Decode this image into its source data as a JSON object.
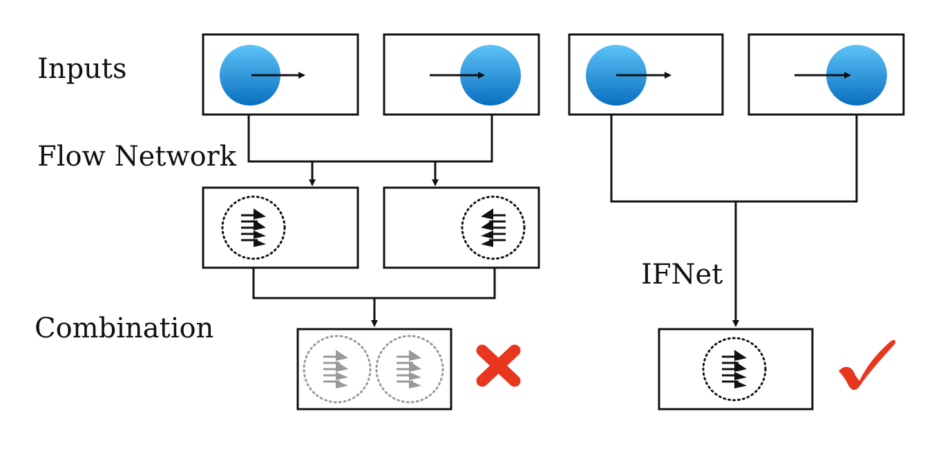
{
  "labels": {
    "inputs": "Inputs",
    "flow_network": "Flow Network",
    "combination": "Combination",
    "ifnet": "IFNet"
  },
  "input_frames": [
    {
      "ball": "left"
    },
    {
      "ball": "right"
    },
    {
      "ball": "left"
    },
    {
      "ball": "right"
    }
  ],
  "flow_panels": [
    {
      "direction": "right"
    },
    {
      "direction": "left"
    }
  ],
  "results": {
    "combination": {
      "mark": "cross-icon",
      "mark_color": "#e8371e"
    },
    "ifnet": {
      "mark": "check-icon",
      "mark_color": "#e8371e"
    }
  },
  "colors": {
    "ball_light": "#5cc3f7",
    "ball_dark": "#0a6fc0",
    "line": "#111111",
    "faded": "#999999"
  }
}
